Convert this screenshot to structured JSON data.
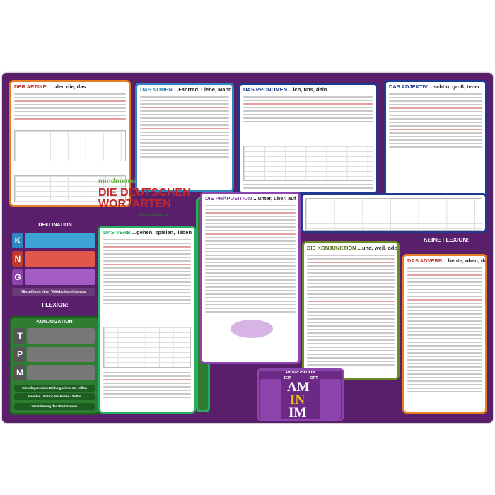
{
  "cards": {
    "artikel": {
      "title": "DER ARTIKEL",
      "subtitle": "...der, die, das",
      "color": "#e67e22"
    },
    "nomen": {
      "title": "DAS NOMEN",
      "subtitle": "...Fahrrad, Liebe, Mann",
      "color": "#2e86c1"
    },
    "pronomen": {
      "title": "DAS PRONOMEN",
      "subtitle": "...ich, uns, dein",
      "color": "#1f3a93"
    },
    "adjektiv": {
      "title": "DAS ADJEKTIV",
      "subtitle": "...schön, groß, teuer",
      "color": "#1f3a93"
    },
    "praeposition": {
      "title": "DIE PRÄPOSITION",
      "subtitle": "...unter, über, auf",
      "color": "#8e44ad"
    },
    "verb": {
      "title": "DAS VERB",
      "subtitle": "...gehen, spielen, lieben",
      "color": "#27ae60"
    },
    "konjunktion": {
      "title": "DIE KONJUNKTION",
      "subtitle": "...und, weil, oder",
      "color": "#6b8e23"
    },
    "adverb": {
      "title": "DAS ADVERB",
      "subtitle": "...heute, oben, darum",
      "color": "#e67e22"
    }
  },
  "center": {
    "brand": "mindmemo",
    "title_line1": "DIE DEUTSCHEN",
    "title_line2": "WORTARTEN",
    "url": "www.mindmemo.de"
  },
  "deklination": {
    "title": "DEKLINATION",
    "badges": [
      "K",
      "N",
      "G"
    ],
    "footer": "Hinzufügen einer Vokabelbezeichnung"
  },
  "flexion": {
    "title": "FLEXION:"
  },
  "keine_flexion": {
    "title": "KEINE FLEXION:"
  },
  "konjugation": {
    "title": "KONJUGATION",
    "badges": [
      "T",
      "P",
      "M"
    ],
    "footer1": "Hinzufügen eines Bildungselements (Affix)",
    "footer2": "Vorsilbe · Präfix; Nachsilbe · Suffix",
    "footer3": "Veränderung des Wortstamms"
  },
  "am_in_im": {
    "header": "PRÄPOSITION",
    "left_label": "ZEIT",
    "right_label": "ORT",
    "words": [
      "AM",
      "IN",
      "IM"
    ]
  }
}
